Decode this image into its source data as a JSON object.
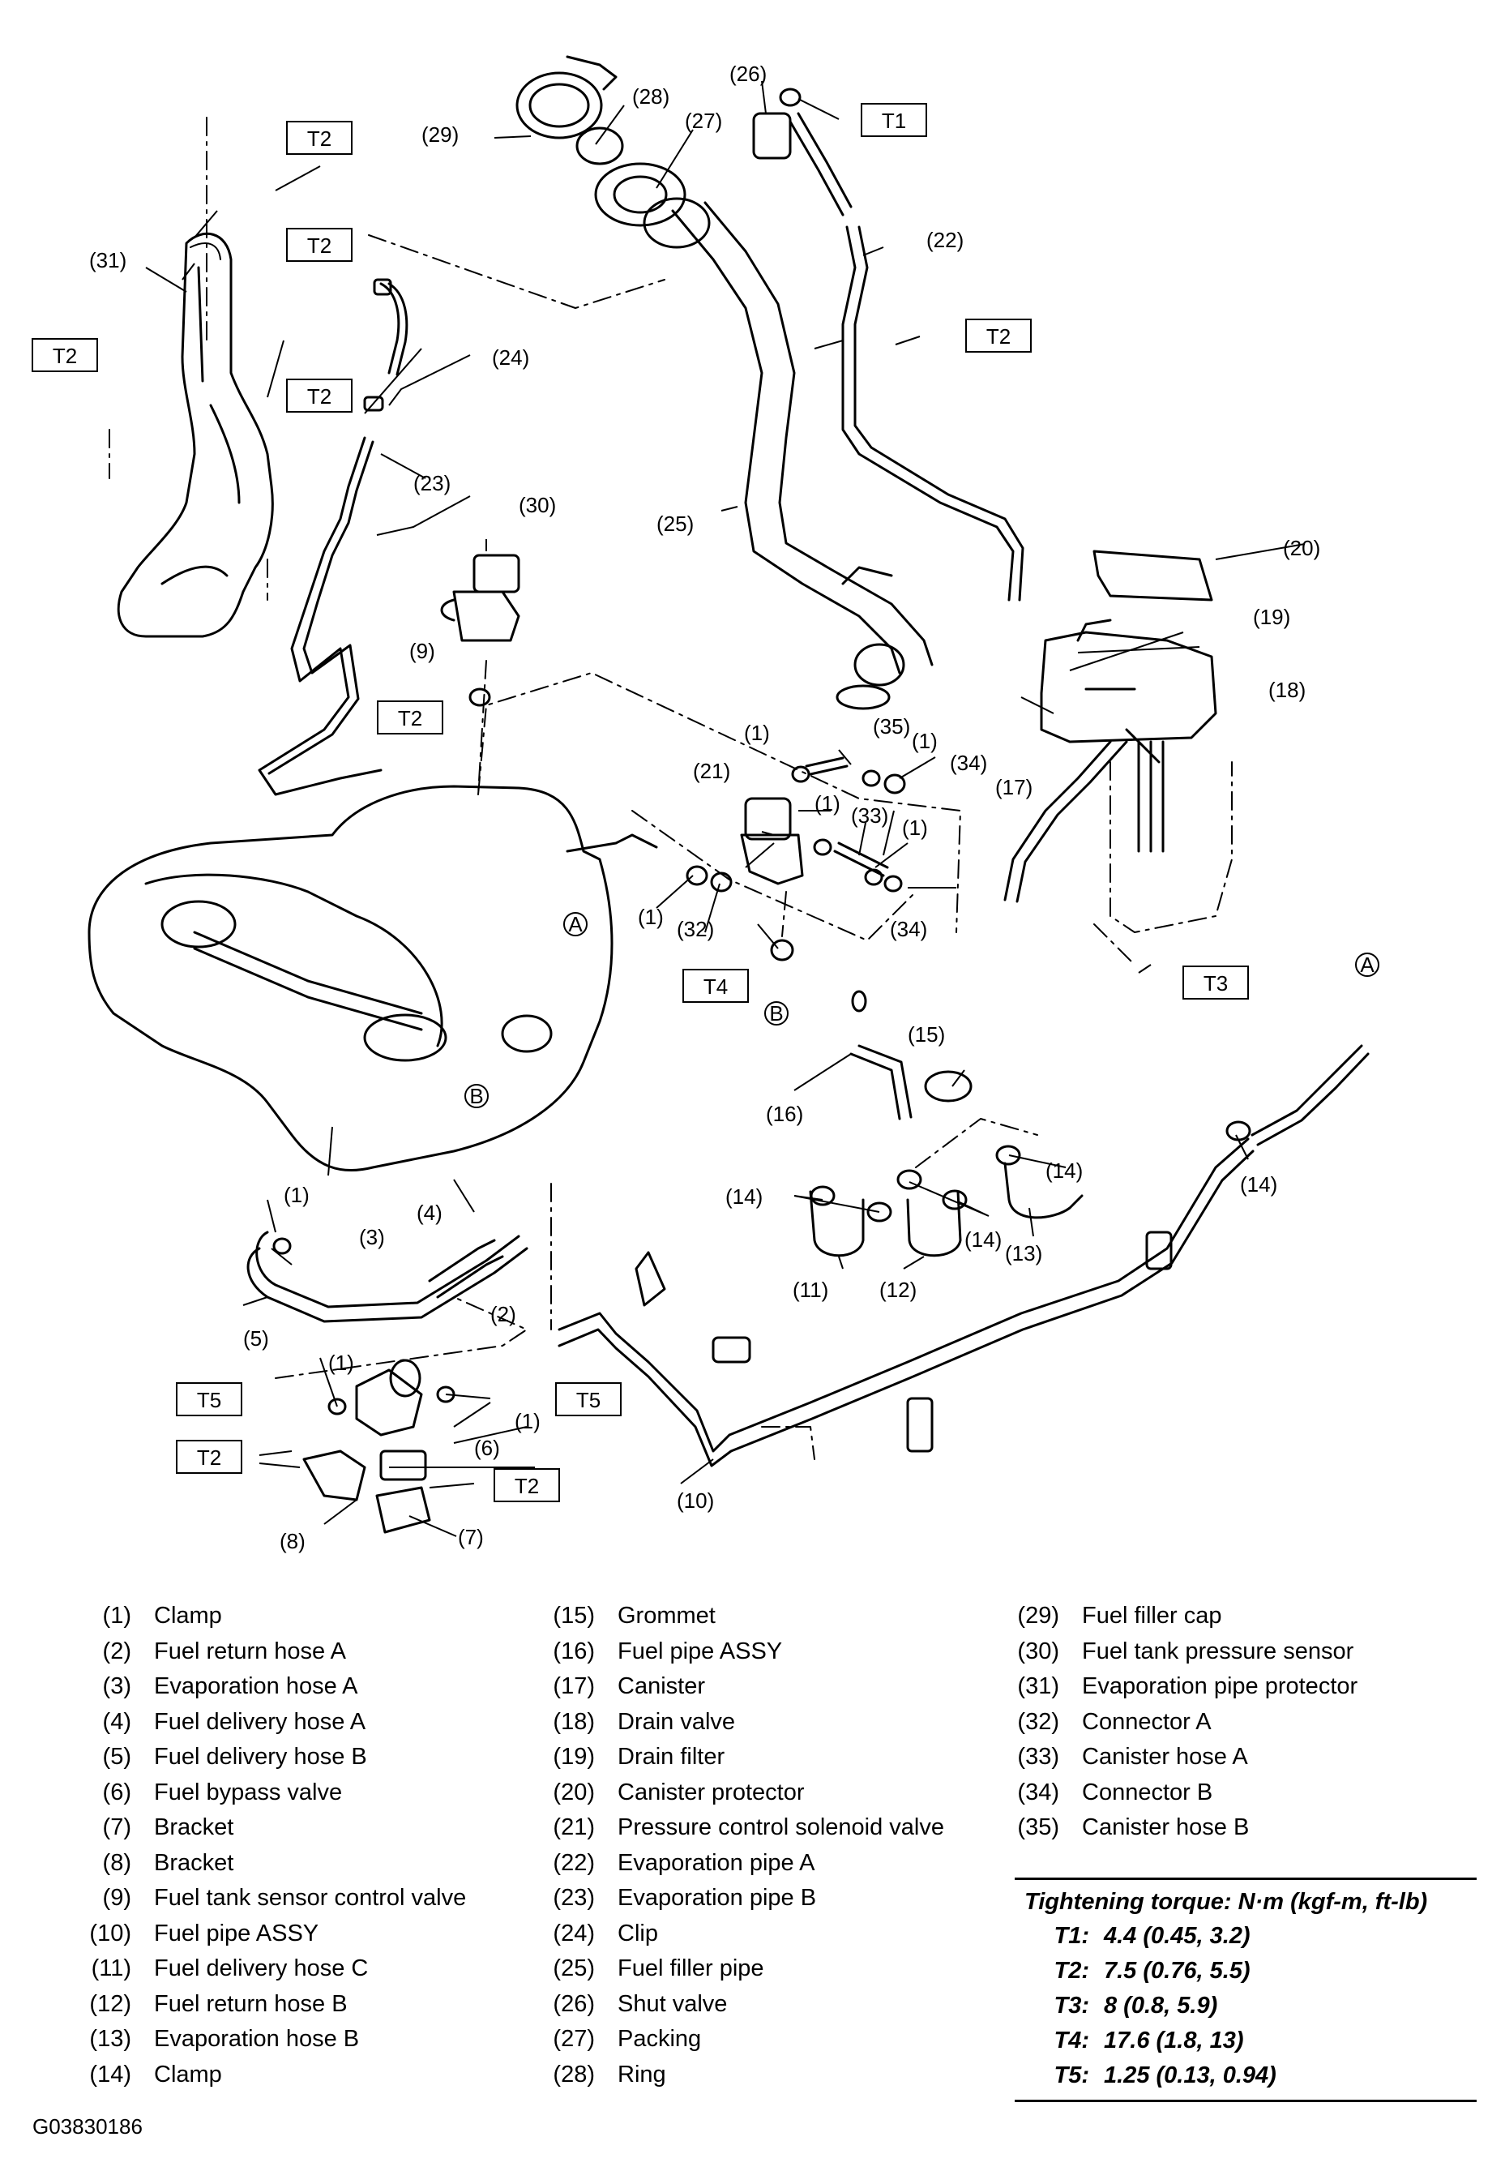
{
  "figure_id": "G03830186",
  "callouts": [
    "(1)",
    "(2)",
    "(3)",
    "(4)",
    "(5)",
    "(6)",
    "(7)",
    "(8)",
    "(9)",
    "(10)",
    "(11)",
    "(12)",
    "(13)",
    "(14)",
    "(15)",
    "(16)",
    "(17)",
    "(18)",
    "(19)",
    "(20)",
    "(21)",
    "(22)",
    "(23)",
    "(24)",
    "(25)",
    "(26)",
    "(27)",
    "(28)",
    "(29)",
    "(30)",
    "(31)",
    "(32)",
    "(33)",
    "(34)",
    "(35)"
  ],
  "torque_tags": [
    "T1",
    "T2",
    "T3",
    "T4",
    "T5"
  ],
  "ref_marks": [
    "A",
    "B"
  ],
  "legend": [
    [
      {
        "num": "(1)",
        "name": "Clamp"
      },
      {
        "num": "(2)",
        "name": "Fuel return hose A"
      },
      {
        "num": "(3)",
        "name": "Evaporation hose A"
      },
      {
        "num": "(4)",
        "name": "Fuel delivery hose A"
      },
      {
        "num": "(5)",
        "name": "Fuel delivery hose B"
      },
      {
        "num": "(6)",
        "name": "Fuel bypass valve"
      },
      {
        "num": "(7)",
        "name": "Bracket"
      },
      {
        "num": "(8)",
        "name": "Bracket"
      },
      {
        "num": "(9)",
        "name": "Fuel tank sensor control valve"
      },
      {
        "num": "(10)",
        "name": "Fuel pipe ASSY"
      },
      {
        "num": "(11)",
        "name": "Fuel delivery hose C"
      },
      {
        "num": "(12)",
        "name": "Fuel return hose B"
      },
      {
        "num": "(13)",
        "name": "Evaporation hose B"
      },
      {
        "num": "(14)",
        "name": "Clamp"
      }
    ],
    [
      {
        "num": "(15)",
        "name": "Grommet"
      },
      {
        "num": "(16)",
        "name": "Fuel pipe ASSY"
      },
      {
        "num": "(17)",
        "name": "Canister"
      },
      {
        "num": "(18)",
        "name": "Drain valve"
      },
      {
        "num": "(19)",
        "name": "Drain filter"
      },
      {
        "num": "(20)",
        "name": "Canister protector"
      },
      {
        "num": "(21)",
        "name": "Pressure control solenoid valve"
      },
      {
        "num": "(22)",
        "name": "Evaporation pipe A"
      },
      {
        "num": "(23)",
        "name": "Evaporation pipe B"
      },
      {
        "num": "(24)",
        "name": "Clip"
      },
      {
        "num": "(25)",
        "name": "Fuel filler pipe"
      },
      {
        "num": "(26)",
        "name": "Shut valve"
      },
      {
        "num": "(27)",
        "name": "Packing"
      },
      {
        "num": "(28)",
        "name": "Ring"
      }
    ],
    [
      {
        "num": "(29)",
        "name": "Fuel filler cap"
      },
      {
        "num": "(30)",
        "name": "Fuel tank pressure sensor"
      },
      {
        "num": "(31)",
        "name": "Evaporation pipe protector"
      },
      {
        "num": "(32)",
        "name": "Connector A"
      },
      {
        "num": "(33)",
        "name": "Canister hose A"
      },
      {
        "num": "(34)",
        "name": "Connector B"
      },
      {
        "num": "(35)",
        "name": "Canister hose B"
      }
    ]
  ],
  "torque": {
    "title": "Tightening torque: N·m (kgf-m, ft-lb)",
    "rows": [
      {
        "key": "T1:",
        "value": "4.4 (0.45, 3.2)"
      },
      {
        "key": "T2:",
        "value": "7.5 (0.76, 5.5)"
      },
      {
        "key": "T3:",
        "value": "8 (0.8, 5.9)"
      },
      {
        "key": "T4:",
        "value": "17.6 (1.8, 13)"
      },
      {
        "key": "T5:",
        "value": "1.25 (0.13, 0.94)"
      }
    ]
  }
}
